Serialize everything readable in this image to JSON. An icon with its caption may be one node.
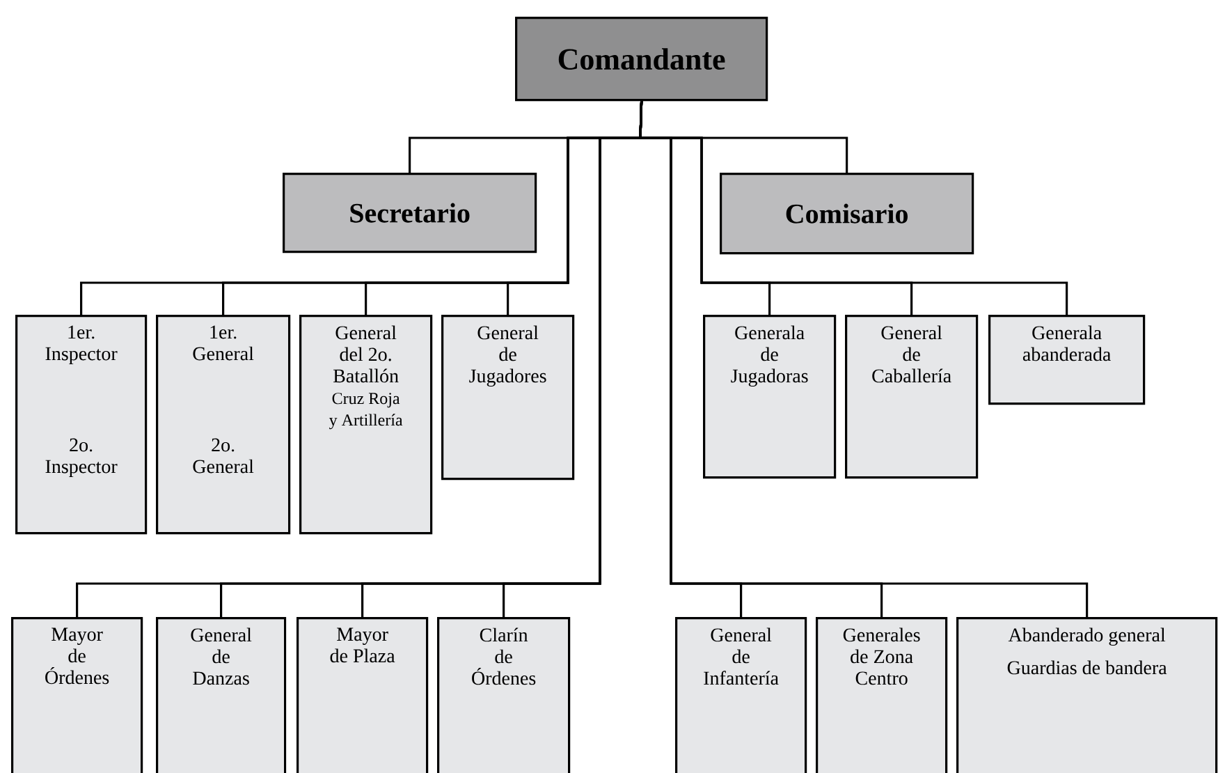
{
  "diagram": {
    "nodes": [
      {
        "text": [
          "Comandante"
        ]
      },
      {
        "text": [
          "Secretario"
        ]
      },
      {
        "text": [
          "Comisario"
        ]
      },
      {
        "text": [
          "1er. Inspector",
          "2o. Inspector"
        ]
      },
      {
        "text": [
          "1er. General",
          "2o. General"
        ]
      },
      {
        "text": [
          "General del 2o. Batallón",
          "Cruz Roja y Artillería"
        ]
      },
      {
        "text": [
          "General de Jugadores"
        ]
      },
      {
        "text": [
          "Generala de Jugadoras"
        ]
      },
      {
        "text": [
          "General de Caballería"
        ]
      },
      {
        "text": [
          "Generala abanderada"
        ]
      },
      {
        "text": [
          "Mayor de Órdenes"
        ]
      },
      {
        "text": [
          "General de Danzas"
        ]
      },
      {
        "text": [
          "Mayor de Plaza"
        ]
      },
      {
        "text": [
          "Clarín de Órdenes"
        ]
      },
      {
        "text": [
          "General de Infantería"
        ]
      },
      {
        "text": [
          "Generales de Zona Centro"
        ]
      },
      {
        "text": [
          "Abanderado general",
          "Guardias de bandera"
        ]
      }
    ],
    "edges": [
      {
        "from": 0,
        "to": 1,
        "arrow": "none"
      },
      {
        "from": 0,
        "to": 2,
        "arrow": "none"
      },
      {
        "from": 0,
        "to": 3,
        "arrow": "none"
      },
      {
        "from": 0,
        "to": 4,
        "arrow": "none"
      },
      {
        "from": 0,
        "to": 5,
        "arrow": "none"
      },
      {
        "from": 0,
        "to": 6,
        "arrow": "none"
      },
      {
        "from": 0,
        "to": 7,
        "arrow": "none"
      },
      {
        "from": 0,
        "to": 8,
        "arrow": "none"
      },
      {
        "from": 0,
        "to": 9,
        "arrow": "none"
      },
      {
        "from": 0,
        "to": 10,
        "arrow": "none"
      },
      {
        "from": 0,
        "to": 11,
        "arrow": "none"
      },
      {
        "from": 0,
        "to": 12,
        "arrow": "none"
      },
      {
        "from": 0,
        "to": 13,
        "arrow": "none"
      },
      {
        "from": 0,
        "to": 14,
        "arrow": "none"
      },
      {
        "from": 0,
        "to": 15,
        "arrow": "none"
      },
      {
        "from": 0,
        "to": 16,
        "arrow": "none"
      }
    ]
  }
}
